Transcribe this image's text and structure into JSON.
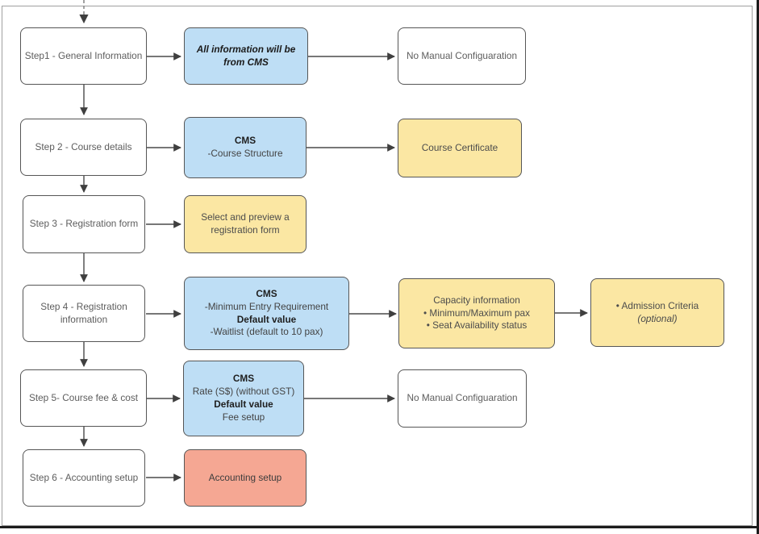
{
  "colors": {
    "node_blue": "#bedef5",
    "node_yellow": "#fbe7a3",
    "node_salmon": "#f5a793",
    "node_white": "#ffffff",
    "node_border": "#565656",
    "arrow": "#4a4a4a",
    "page_border": "#a0a0a0",
    "screen_edge": "#1c1c1c"
  },
  "nodes": {
    "step1": {
      "label": "Step1 - General Information"
    },
    "step2": {
      "label": "Step 2 - Course details"
    },
    "step3": {
      "label": "Step 3 - Registration form"
    },
    "step4": {
      "label": "Step 4 - Registration information"
    },
    "step5": {
      "label": "Step 5- Course fee & cost"
    },
    "step6": {
      "label": "Step 6 - Accounting setup"
    },
    "info_cms": {
      "label": "All information will be from CMS"
    },
    "no_manual_1": {
      "label": "No Manual Configuaration"
    },
    "cms_course": {
      "lines": [
        "CMS",
        "-Course Structure"
      ]
    },
    "course_certificate": {
      "label": "Course Certificate"
    },
    "select_preview": {
      "label": "Select and preview a registration form"
    },
    "cms_registration": {
      "lines": [
        "CMS",
        "-Minimum Entry Requirement",
        "Default value",
        "-Waitlist (default to 10 pax)"
      ]
    },
    "capacity": {
      "lines": [
        "Capacity information",
        "•  Minimum/Maximum pax",
        "•  Seat Availability status"
      ]
    },
    "admission": {
      "lines": [
        "•  Admission Criteria",
        "(optional)"
      ]
    },
    "cms_fee": {
      "lines": [
        "CMS",
        "Rate (S$) (without GST)",
        "Default value",
        "Fee setup"
      ]
    },
    "no_manual_2": {
      "label": "No Manual Configuaration"
    },
    "accounting": {
      "label": "Accounting setup"
    }
  }
}
